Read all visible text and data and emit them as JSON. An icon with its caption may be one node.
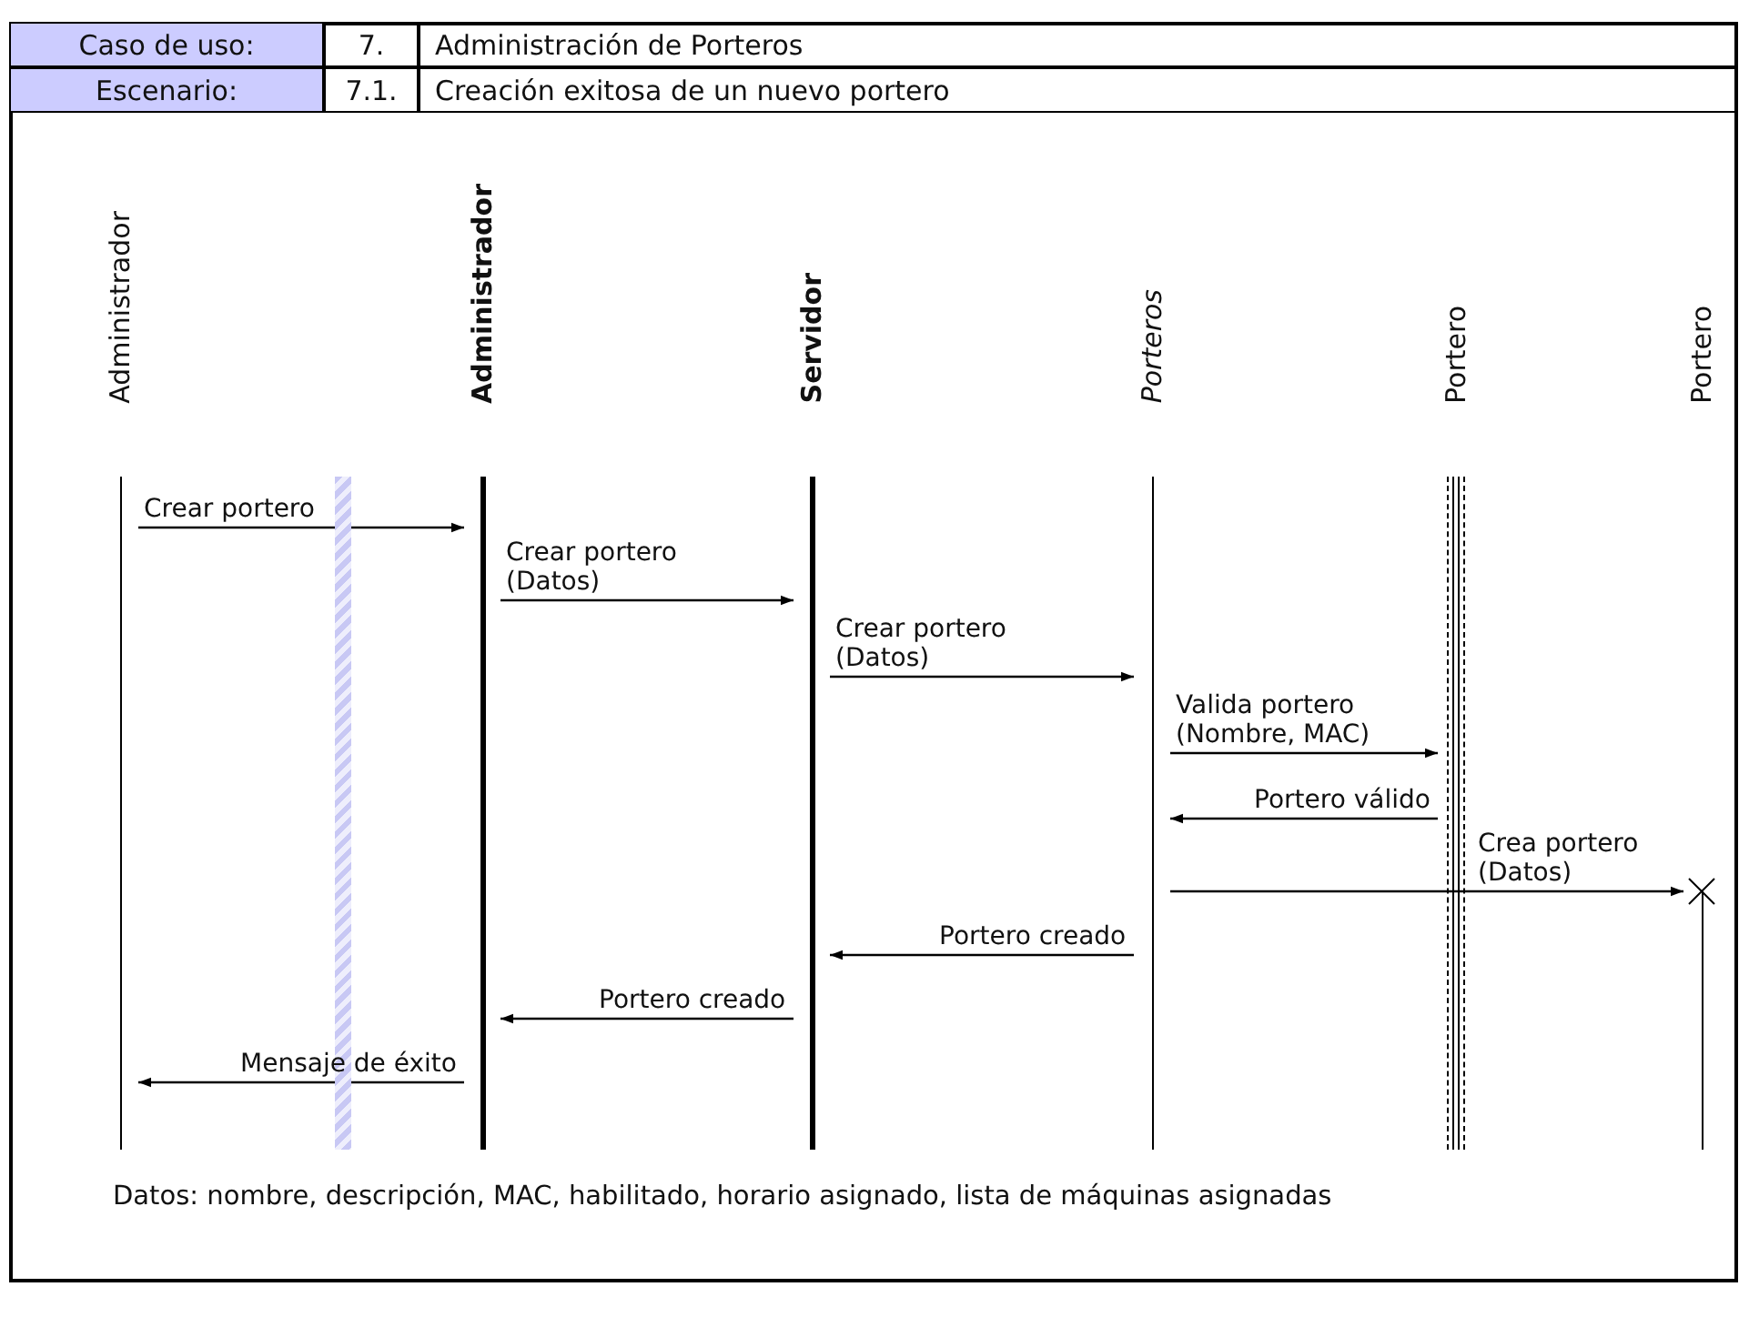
{
  "diagram": {
    "nodes": [
      {
        "text": [
          "Administrador"
        ]
      },
      {
        "text": [
          "Administrador"
        ]
      },
      {
        "text": [
          "Servidor"
        ]
      },
      {
        "text": [
          "Porteros"
        ]
      },
      {
        "text": [
          "Portero"
        ]
      },
      {
        "text": [
          "Portero"
        ]
      }
    ],
    "edges": [
      {
        "from": 0,
        "to": 1,
        "arrow": "to",
        "label": "Crear portero"
      },
      {
        "from": 1,
        "to": 2,
        "arrow": "to",
        "label": "Crear portero (Datos)"
      },
      {
        "from": 2,
        "to": 3,
        "arrow": "to",
        "label": "Crear portero (Datos)"
      },
      {
        "from": 3,
        "to": 4,
        "arrow": "to",
        "label": "Valida portero (Nombre, MAC)"
      },
      {
        "from": 4,
        "to": 3,
        "arrow": "to",
        "label": "Portero válido"
      },
      {
        "from": 3,
        "to": 5,
        "arrow": "to",
        "label": "Crea portero (Datos)"
      },
      {
        "from": 3,
        "to": 2,
        "arrow": "to",
        "label": "Portero creado"
      },
      {
        "from": 2,
        "to": 1,
        "arrow": "to",
        "label": "Portero creado"
      },
      {
        "from": 1,
        "to": 0,
        "arrow": "to",
        "label": "Mensaje de éxito"
      }
    ],
    "labels": [
      "Caso de uso:",
      "7.",
      "Administración de Porteros",
      "Escenario:",
      "7.1.",
      "Creación exitosa de un nuevo portero",
      "Datos: nombre, descripción, MAC, habilitado, horario asignado, lista de máquinas asignadas"
    ]
  }
}
